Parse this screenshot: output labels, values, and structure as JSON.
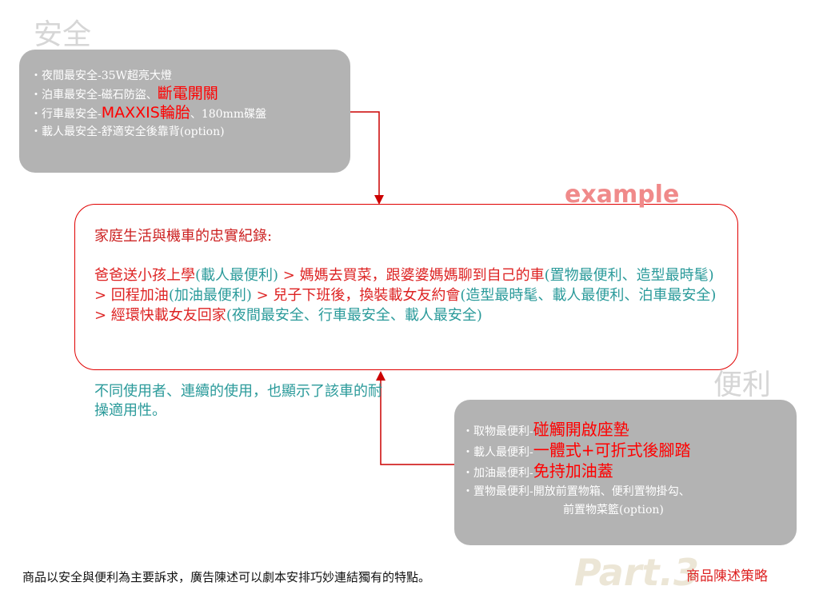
{
  "safety": {
    "heading": "安全",
    "items": [
      {
        "text": "・夜間最安全-35W超亮大燈",
        "highlight": "",
        "suffix": ""
      },
      {
        "text": "・泊車最安全-磁石防盜、",
        "highlight": "斷電開關",
        "suffix": ""
      },
      {
        "text": "・行車最安全-",
        "highlight": "MAXXIS輪胎",
        "suffix": "、180mm碟盤"
      },
      {
        "text": "・載人最安全-舒適安全後靠背(option)",
        "highlight": "",
        "suffix": ""
      }
    ]
  },
  "example_label": "example",
  "story": {
    "title": "家庭生活與機車的忠實紀錄:",
    "segments": [
      {
        "text": "爸爸送小孩上學",
        "color": "red"
      },
      {
        "text": "(載人最便利) ",
        "color": "teal"
      },
      {
        "text": "> 媽媽去買菜，跟婆婆媽媽聊到自己的車",
        "color": "red"
      },
      {
        "text": "(置物最便利、造型最時髦) ",
        "color": "teal"
      },
      {
        "text": "> 回程加油",
        "color": "red"
      },
      {
        "text": "(加油最便利) ",
        "color": "teal"
      },
      {
        "text": "> 兒子下班後，換裝載女友約會",
        "color": "red"
      },
      {
        "text": "(造型最時髦、載人最便利、泊車最安全) ",
        "color": "teal"
      },
      {
        "text": "> 經環快載女友回家",
        "color": "red"
      },
      {
        "text": "(夜間最安全、行車最安全、載人最安全)",
        "color": "teal"
      }
    ]
  },
  "note": "不同使用者、連續的使用，也顯示了該車的耐操適用性。",
  "convenience": {
    "heading": "便利",
    "items": [
      {
        "text": "・取物最便利-",
        "highlight": "碰觸開啟座墊"
      },
      {
        "text": "・載人最便利-",
        "highlight": "一體式+可折式後腳踏"
      },
      {
        "text": "・加油最便利-",
        "highlight": "免持加油蓋"
      },
      {
        "text": "・置物最便利-開放前置物箱、便利置物掛勾、",
        "highlight": ""
      }
    ],
    "continuation": "前置物菜籃(option)"
  },
  "footer": {
    "text": "商品以安全與便利為主要訴求，廣告陳述可以劇本安排巧妙連結獨有的特點。",
    "part_label": "Part.3",
    "section_title": "商品陳述策略"
  },
  "colors": {
    "red": "#dd2222",
    "teal": "#2a9a9a",
    "gray_box": "#b3b3b3",
    "frame_red": "#e00000"
  }
}
